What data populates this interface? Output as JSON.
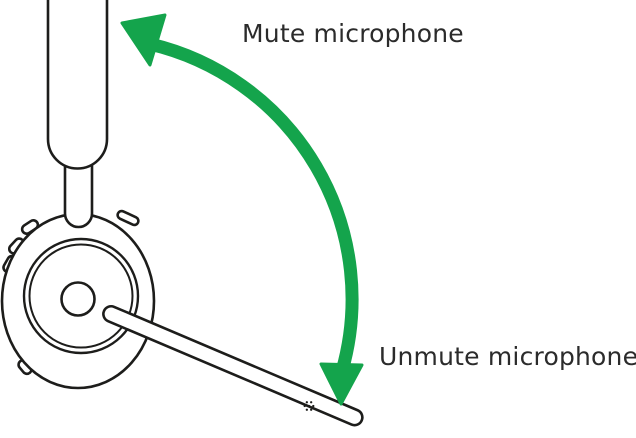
{
  "labels": {
    "mute": "Mute microphone",
    "unmute": "Unmute microphone"
  },
  "colors": {
    "arrow": "#14A44C",
    "outline": "#1D1D1B",
    "text": "#2B2B2B",
    "background": "#FFFFFF"
  },
  "icons": {
    "arrow": "curved-double-arrow-icon",
    "device": "headset-with-boom-arm"
  }
}
